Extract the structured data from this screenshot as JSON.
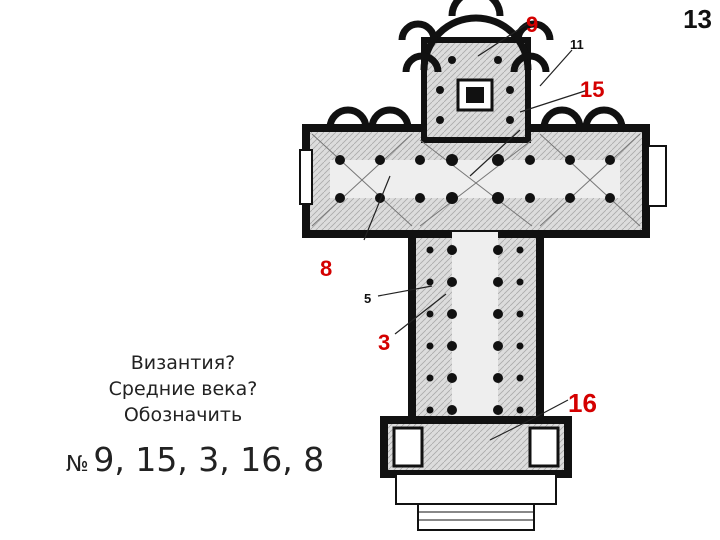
{
  "slide_number": "13",
  "question_lines": [
    "Византия?",
    "Средние века?",
    "Обозначить"
  ],
  "numbers": {
    "sign": "№",
    "list": "9, 15, 3, 16, 8"
  },
  "plan_labels": {
    "red": {
      "n9": "9",
      "n15": "15",
      "n8": "8",
      "n3": "3",
      "n16": "16"
    },
    "black": {
      "n11": "11",
      "n5": "5"
    }
  },
  "colors": {
    "label_red": "#d40000",
    "wall": "#111111",
    "floor": "#d9d9d9"
  }
}
